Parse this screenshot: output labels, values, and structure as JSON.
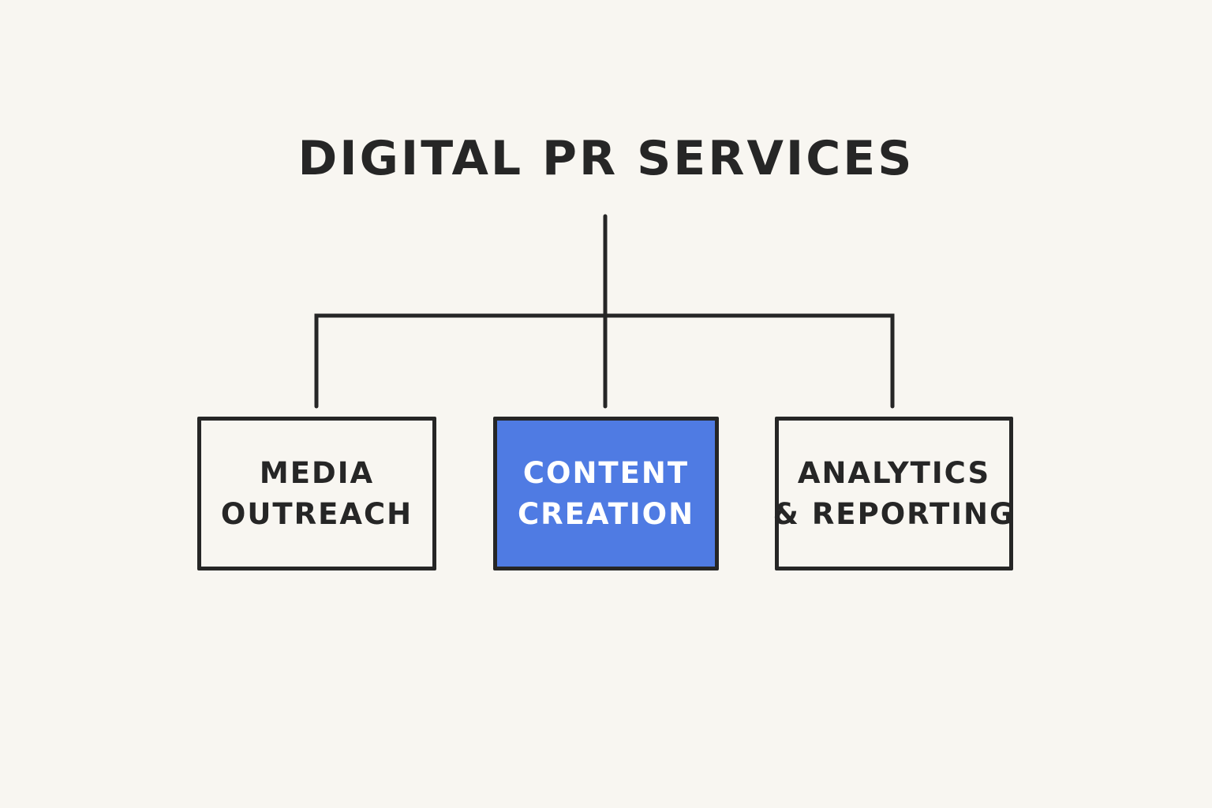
{
  "diagram": {
    "title": "DIGITAL PR SERVICES",
    "children": [
      {
        "lines": [
          "MEDIA",
          "OUTREACH"
        ],
        "highlighted": false
      },
      {
        "lines": [
          "CONTENT",
          "CREATION"
        ],
        "highlighted": true
      },
      {
        "lines": [
          "ANALYTICS",
          "& REPORTING"
        ],
        "highlighted": false
      }
    ]
  },
  "colors": {
    "background": "#f8f6f1",
    "line": "#262626",
    "text": "#262626",
    "highlight_fill": "#4f7be3",
    "highlight_text": "#ffffff"
  }
}
